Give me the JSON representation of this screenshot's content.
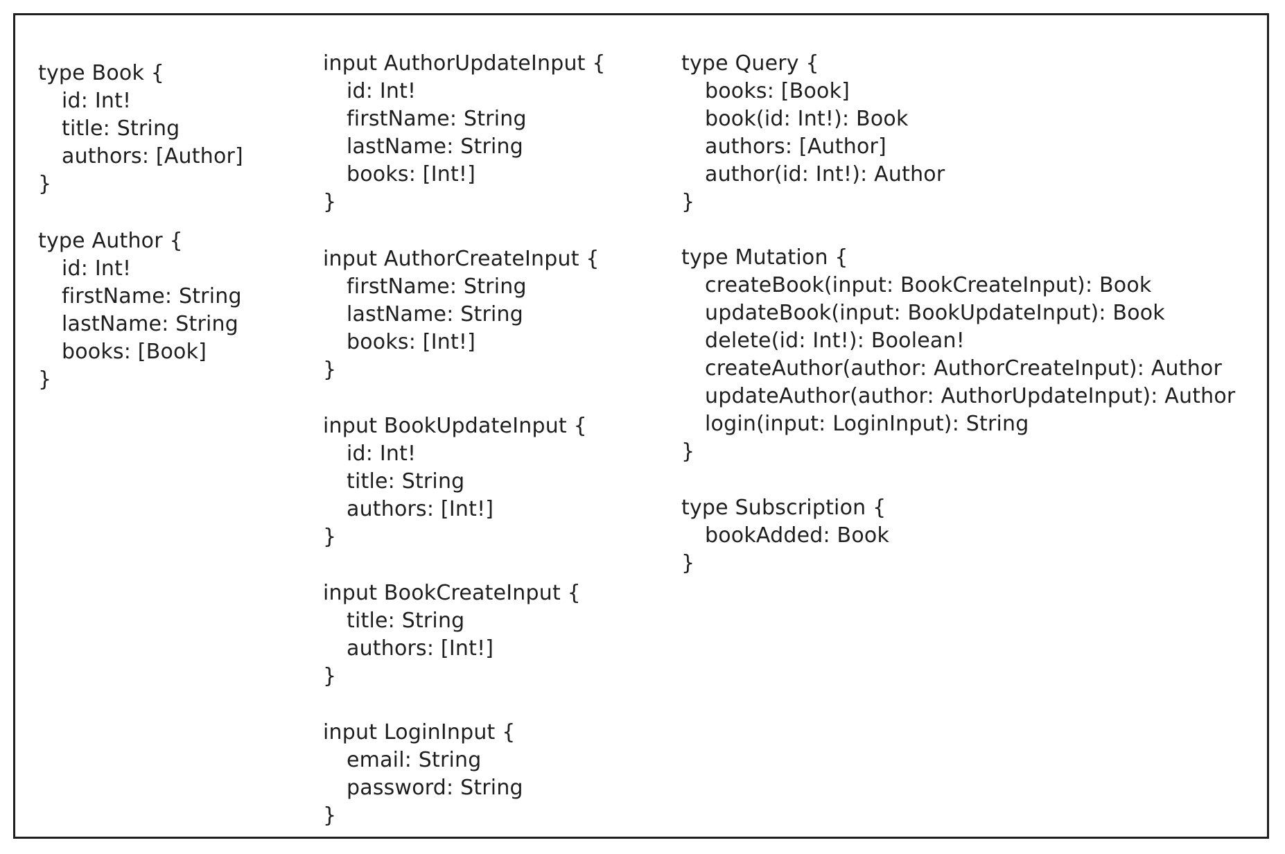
{
  "colors": {
    "ink": "#1e1e1e",
    "background": "#ffffff"
  },
  "blocks": [
    {
      "id": "book",
      "header": "type Book {",
      "fields": [
        "id: Int!",
        "title: String",
        "authors: [Author]"
      ],
      "close": "}"
    },
    {
      "id": "author",
      "header": "type Author {",
      "fields": [
        "id: Int!",
        "firstName: String",
        "lastName: String",
        "books: [Book]"
      ],
      "close": "}"
    },
    {
      "id": "author-update-input",
      "header": "input AuthorUpdateInput {",
      "fields": [
        "id: Int!",
        "firstName: String",
        "lastName: String",
        "books: [Int!]"
      ],
      "close": "}"
    },
    {
      "id": "author-create-input",
      "header": "input AuthorCreateInput {",
      "fields": [
        "firstName: String",
        "lastName: String",
        "books: [Int!]"
      ],
      "close": "}"
    },
    {
      "id": "book-update-input",
      "header": "input BookUpdateInput {",
      "fields": [
        "id: Int!",
        "title: String",
        "authors: [Int!]"
      ],
      "close": "}"
    },
    {
      "id": "book-create-input",
      "header": "input BookCreateInput {",
      "fields": [
        "title: String",
        "authors: [Int!]"
      ],
      "close": "}"
    },
    {
      "id": "login-input",
      "header": "input LoginInput {",
      "fields": [
        "email: String",
        "password: String"
      ],
      "close": "}"
    },
    {
      "id": "query",
      "header": "type Query {",
      "fields": [
        "books: [Book]",
        "book(id: Int!): Book",
        "authors: [Author]",
        "author(id: Int!): Author"
      ],
      "close": "}"
    },
    {
      "id": "mutation",
      "header": "type Mutation {",
      "fields": [
        "createBook(input: BookCreateInput): Book",
        "updateBook(input: BookUpdateInput): Book",
        "delete(id: Int!): Boolean!",
        "createAuthor(author: AuthorCreateInput): Author",
        "updateAuthor(author: AuthorUpdateInput): Author",
        "login(input: LoginInput): String"
      ],
      "close": "}"
    },
    {
      "id": "subscription",
      "header": "type Subscription {",
      "fields": [
        "bookAdded: Book"
      ],
      "close": "}"
    }
  ]
}
